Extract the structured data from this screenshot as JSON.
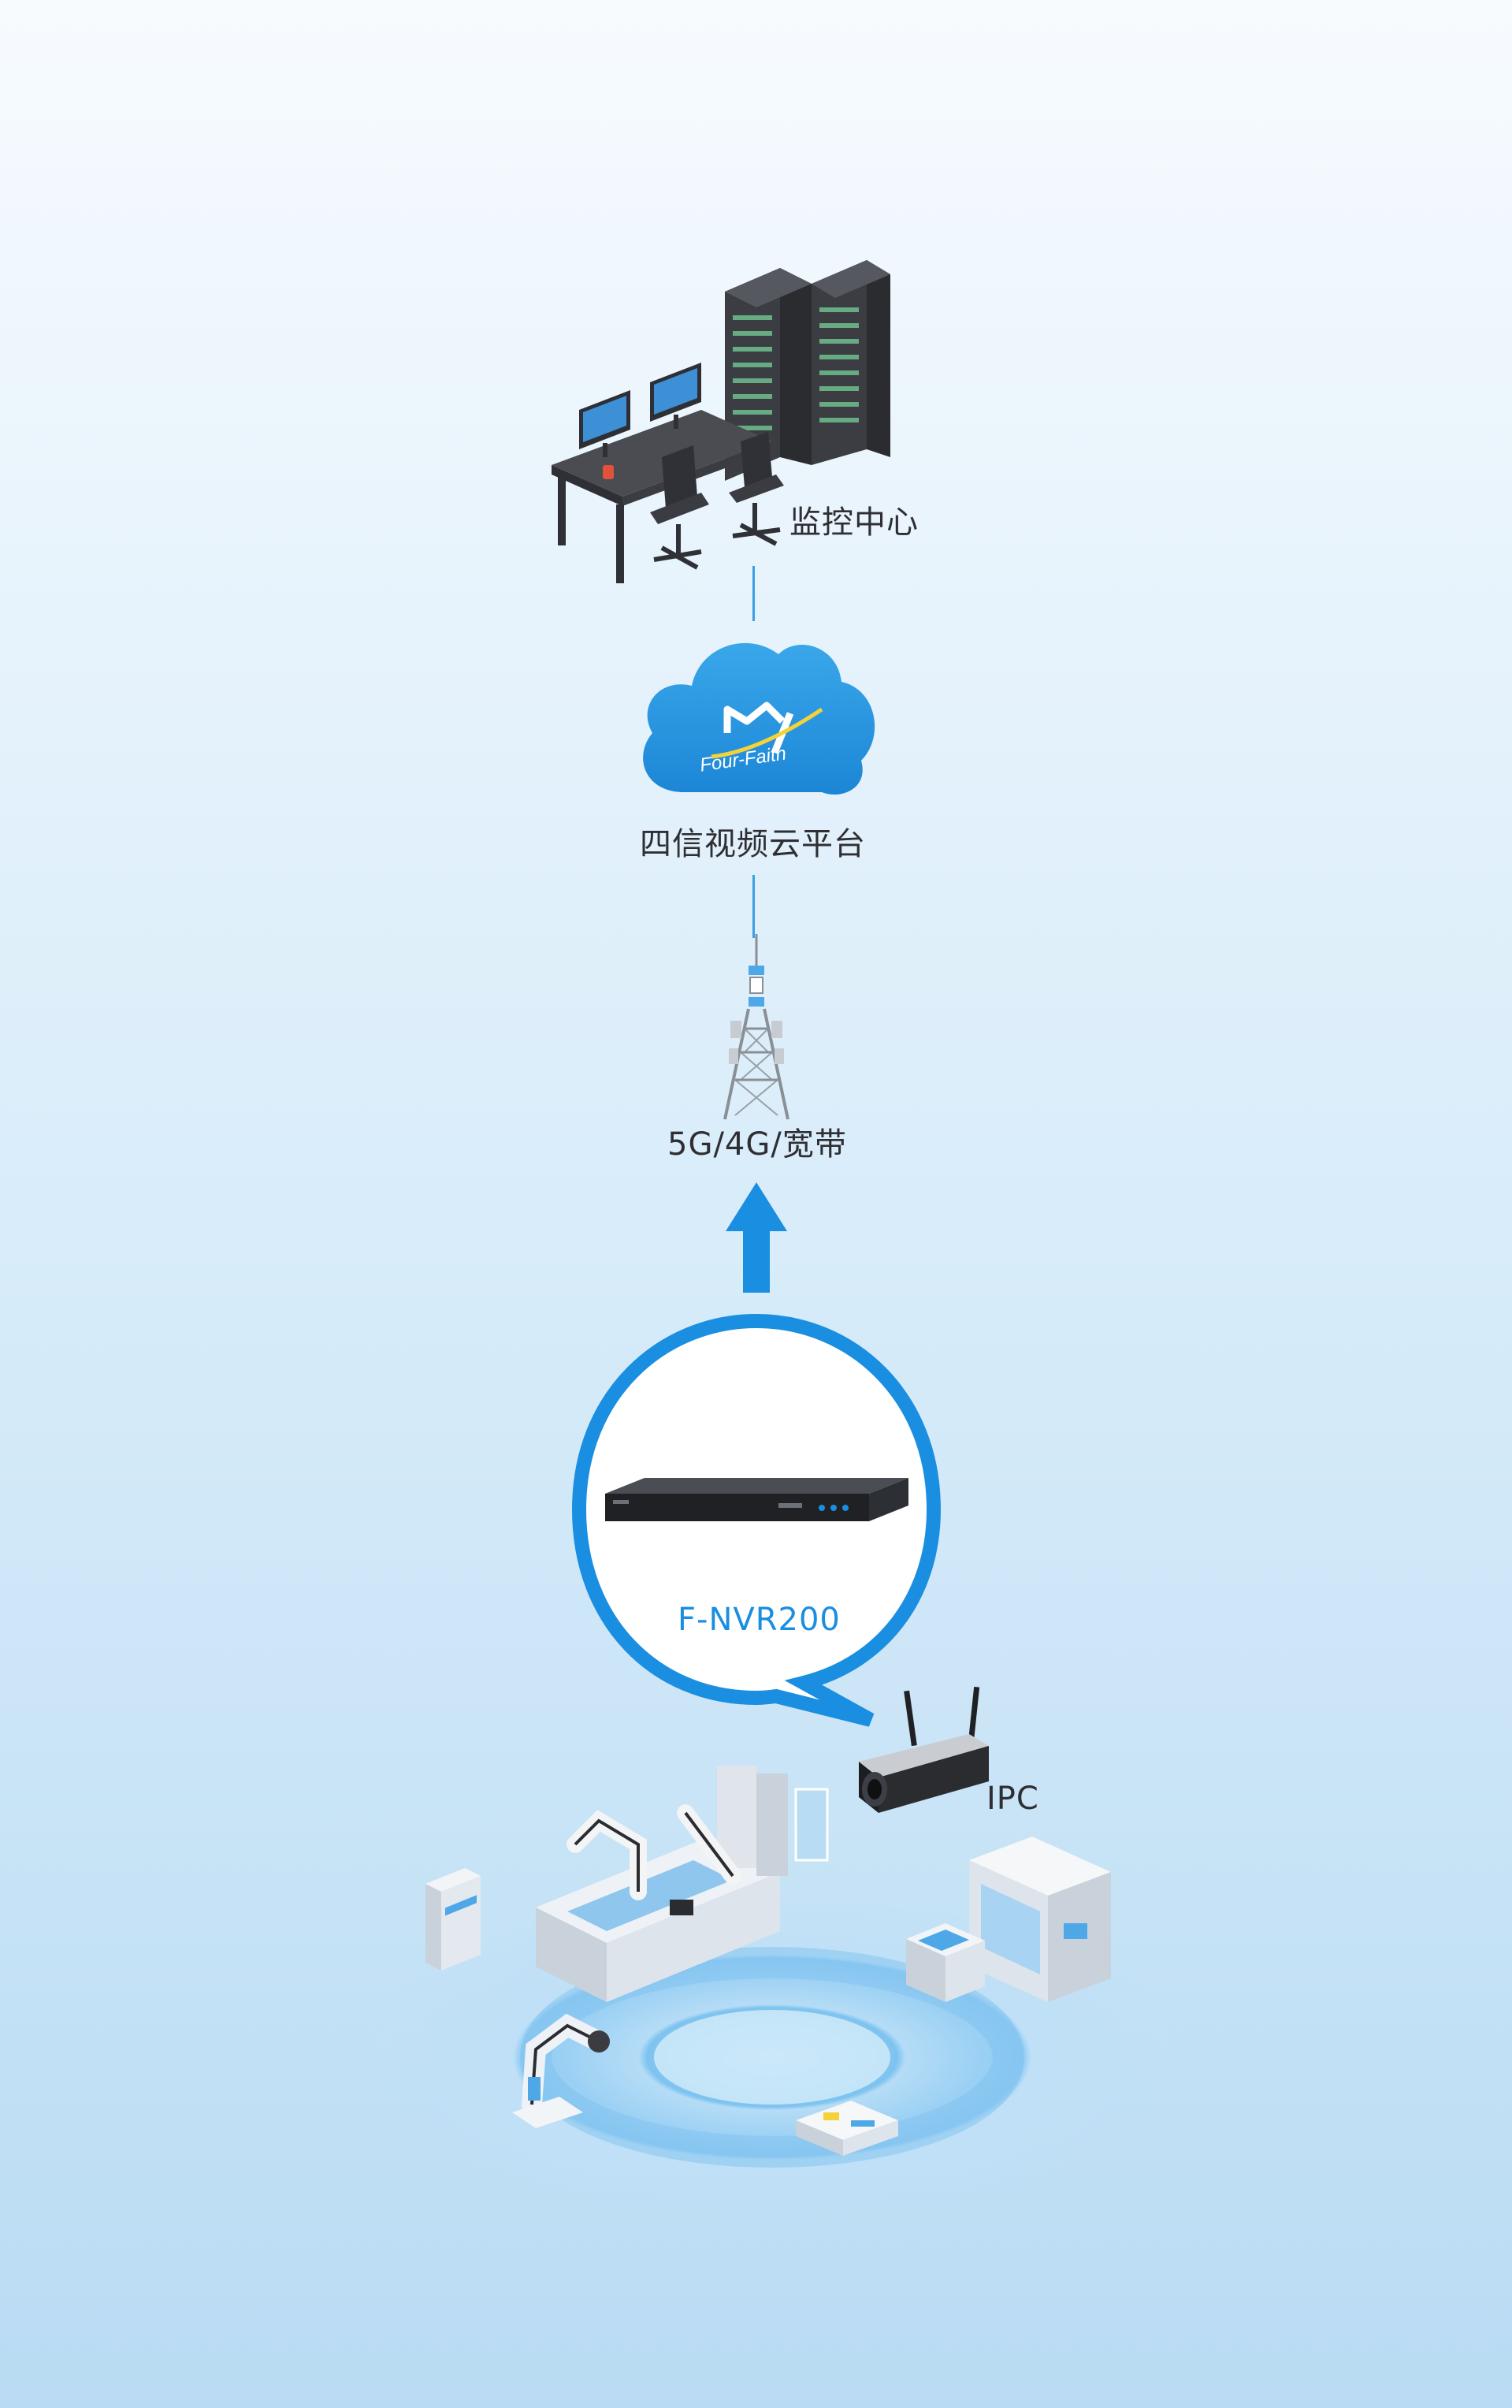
{
  "nodes": {
    "monitor_center": "监控中心",
    "cloud_platform": "四信视频云平台",
    "cloud_logo_text": "Four-Faith",
    "network": "5G/4G/宽带",
    "nvr": "F-NVR200",
    "ipc": "IPC"
  },
  "colors": {
    "accent": "#1a8ee0",
    "connector": "#3a9fe6",
    "label": "#2f2f33"
  },
  "icons": [
    "monitoring-room-icon",
    "cloud-logo-icon",
    "signal-tower-icon",
    "up-arrow-icon",
    "nvr-device-icon",
    "ip-camera-icon",
    "smart-factory-icon"
  ]
}
